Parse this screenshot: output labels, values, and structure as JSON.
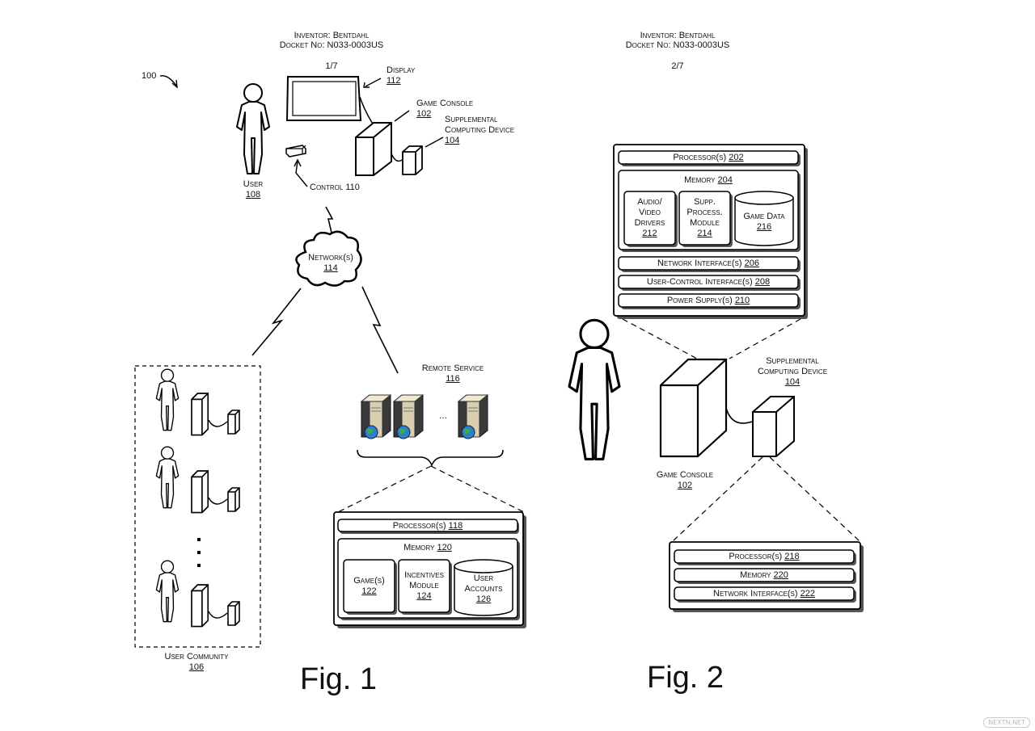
{
  "fig1": {
    "header": {
      "inventor": "Inventor: Bentdahl",
      "docket": "Docket No: N033-0003US"
    },
    "page": "1/7",
    "system_ref": "100",
    "display": {
      "label": "Display",
      "ref": "112"
    },
    "game_console": {
      "label": "Game Console",
      "ref": "102"
    },
    "supplemental": {
      "line1": "Supplemental",
      "line2": "Computing Device",
      "ref": "104"
    },
    "user": {
      "label": "User",
      "ref": "108"
    },
    "control": {
      "label": "Control 110"
    },
    "network": {
      "label": "Network(s)",
      "ref": "114"
    },
    "remote_service": {
      "label": "Remote Service",
      "ref": "116",
      "ellipsis": "..."
    },
    "processor": {
      "label": "Processor(s)",
      "ref": "118"
    },
    "memory": {
      "label": "Memory",
      "ref": "120"
    },
    "games": {
      "label": "Game(s)",
      "ref": "122"
    },
    "incentives": {
      "line1": "Incentives",
      "line2": "Module",
      "ref": "124"
    },
    "user_accounts": {
      "line1": "User",
      "line2": "Accounts",
      "ref": "126"
    },
    "user_community": {
      "label": "User Community",
      "ref": "106"
    },
    "caption": "Fig. 1"
  },
  "fig2": {
    "header": {
      "inventor": "Inventor: Bentdahl",
      "docket": "Docket No: N033-0003US"
    },
    "page": "2/7",
    "processor": {
      "label": "Processor(s)",
      "ref": "202"
    },
    "memory": {
      "label": "Memory",
      "ref": "204"
    },
    "av_drivers": {
      "line1": "Audio/",
      "line2": "Video",
      "line3": "Drivers",
      "ref": "212"
    },
    "supp_module": {
      "line1": "Supp.",
      "line2": "Process.",
      "line3": "Module",
      "ref": "214"
    },
    "game_data": {
      "label": "Game Data",
      "ref": "216"
    },
    "network_if": {
      "label": "Network Interface(s)",
      "ref": "206"
    },
    "user_control_if": {
      "label": "User-Control Interface(s)",
      "ref": "208"
    },
    "power": {
      "label": "Power Supply(s)",
      "ref": "210"
    },
    "supplemental": {
      "line1": "Supplemental",
      "line2": "Computing Device",
      "ref": "104"
    },
    "game_console": {
      "label": "Game Console",
      "ref": "102"
    },
    "supp_processor": {
      "label": "Processor(s)",
      "ref": "218"
    },
    "supp_memory": {
      "label": "Memory",
      "ref": "220"
    },
    "supp_network": {
      "label": "Network Interface(s)",
      "ref": "222"
    },
    "caption": "Fig. 2"
  },
  "watermark": "NEXTN.NET"
}
